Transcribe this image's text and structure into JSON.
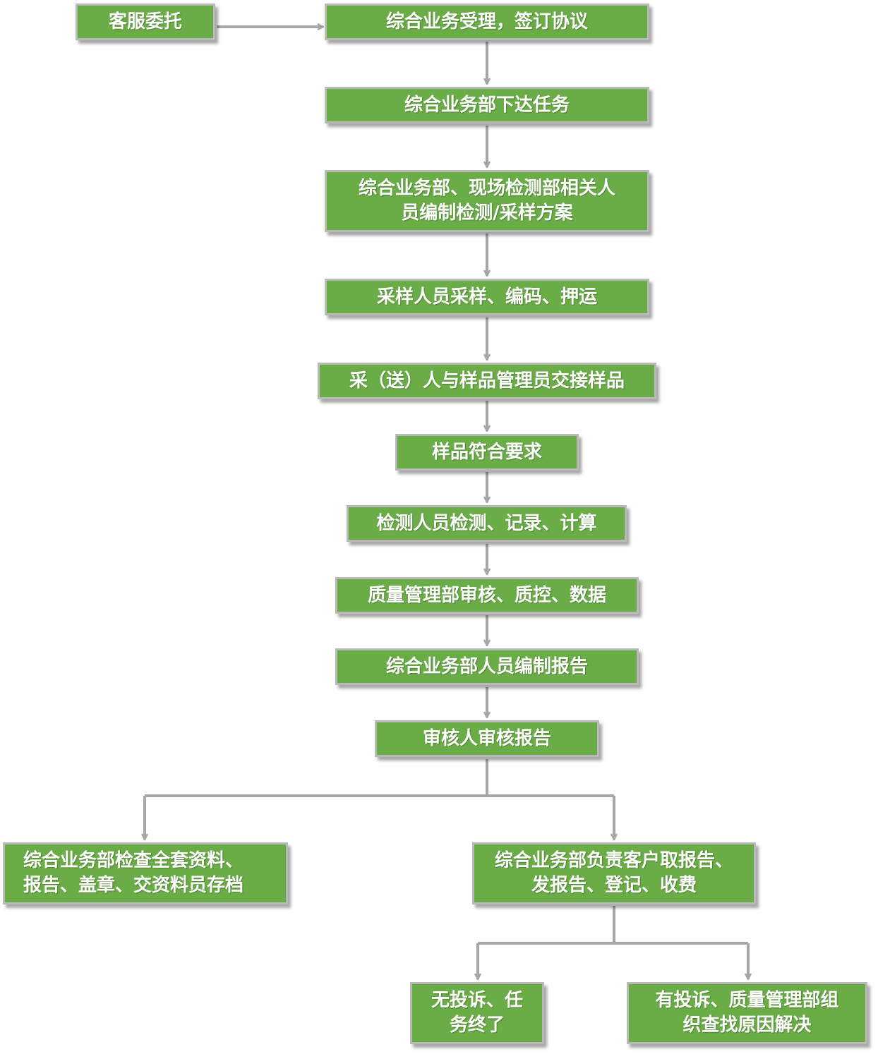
{
  "nodes": {
    "commission": "客服委托",
    "accept": "综合业务受理，签订协议",
    "assign": "综合业务部下达任务",
    "plan": [
      "综合业务部、现场检测部相关人",
      "员编制检测/采样方案"
    ],
    "sampling": "采样人员采样、编码、押运",
    "handover": "采（送）人与样品管理员交接样品",
    "qualified": "样品符合要求",
    "testing": "检测人员检测、记录、计算",
    "qa_review": "质量管理部审核、质控、数据",
    "report_prep": "综合业务部人员编制报告",
    "report_review": "审核人审核报告",
    "archive": [
      "综合业务部检查全套资料、",
      "报告、盖章、交资料员存档"
    ],
    "delivery": [
      "综合业务部负责客户取报告、",
      "发报告、登记、收费"
    ],
    "no_complaint": [
      "无投诉、任",
      "务终了"
    ],
    "complaint": [
      "有投诉、质量管理部组",
      "织查找原因解决"
    ]
  },
  "colors": {
    "box_fill": "#6aac46",
    "box_border": "#b9b9b9",
    "connector": "#a6a6a6",
    "text": "#ffffff"
  }
}
